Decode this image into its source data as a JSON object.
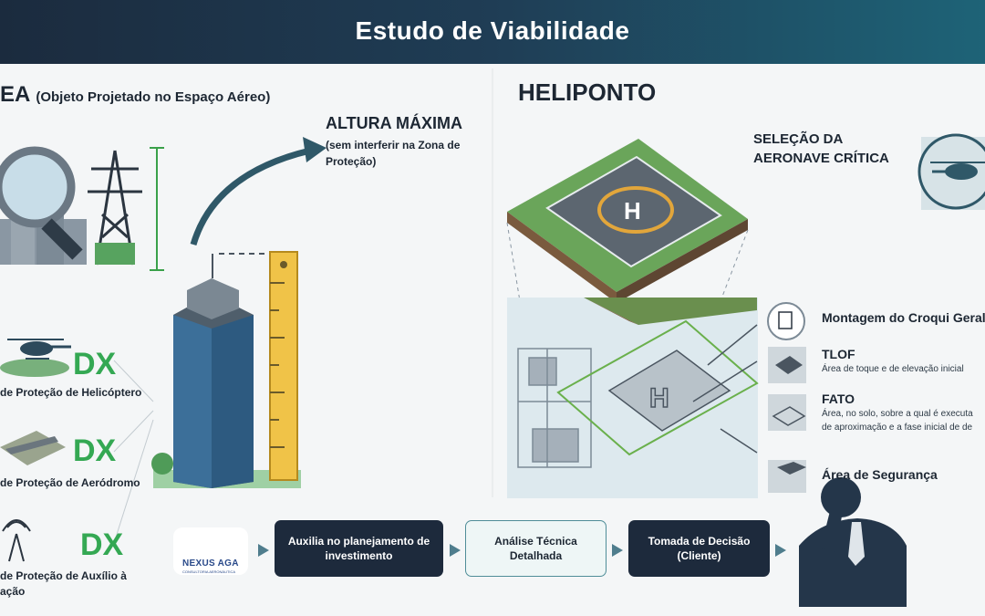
{
  "header": {
    "title": "Estudo de Viabilidade"
  },
  "left": {
    "heading": "EA",
    "heading_sub": "(Objeto Projetado no Espaço Aéreo)",
    "altura_title": "ALTURA MÁXIMA",
    "altura_sub": "(sem interferir na Zona de Proteção)",
    "zones": [
      {
        "label": "de Proteção de Helicóptero"
      },
      {
        "label": "de Proteção de Aeródromo"
      },
      {
        "label_line1": "de Proteção de Auxílio à",
        "label_line2": "ação"
      }
    ]
  },
  "right": {
    "heading": "HELIPONTO",
    "selection_title": "SELEÇÃO DA AERONAVE CRÍTICA",
    "items": [
      {
        "title": "Montagem do Croqui Geral",
        "desc": ""
      },
      {
        "title": "TLOF",
        "desc": "Área de toque e de elevação inicial"
      },
      {
        "title": "FATO",
        "desc_line1": "Área, no solo, sobre a qual é executa",
        "desc_line2": "de aproximação e a fase inicial de de"
      },
      {
        "title": "Área de Segurança",
        "desc": ""
      }
    ]
  },
  "logo": {
    "name": "NEXUS AGA",
    "tagline": "CONSULTORIA AERONÁUTICA"
  },
  "flow": [
    {
      "label": "Auxilia no planejamento de investimento"
    },
    {
      "label": "Análise Técnica Detalhada"
    },
    {
      "label": "Tomada de Decisão (Cliente)"
    }
  ],
  "colors": {
    "header_start": "#1b2b3e",
    "header_end": "#1e6377",
    "navy": "#1d2a3c",
    "teal": "#4f8d98",
    "green": "#3aa14a",
    "ruler": "#f0c348"
  },
  "icons": [
    "magnifier-icon",
    "transmission-tower-icon",
    "helicopter-icon",
    "airport-runway-icon",
    "radio-antenna-icon",
    "dx-icon",
    "ruler-icon",
    "document-icon",
    "businessman-icon"
  ]
}
